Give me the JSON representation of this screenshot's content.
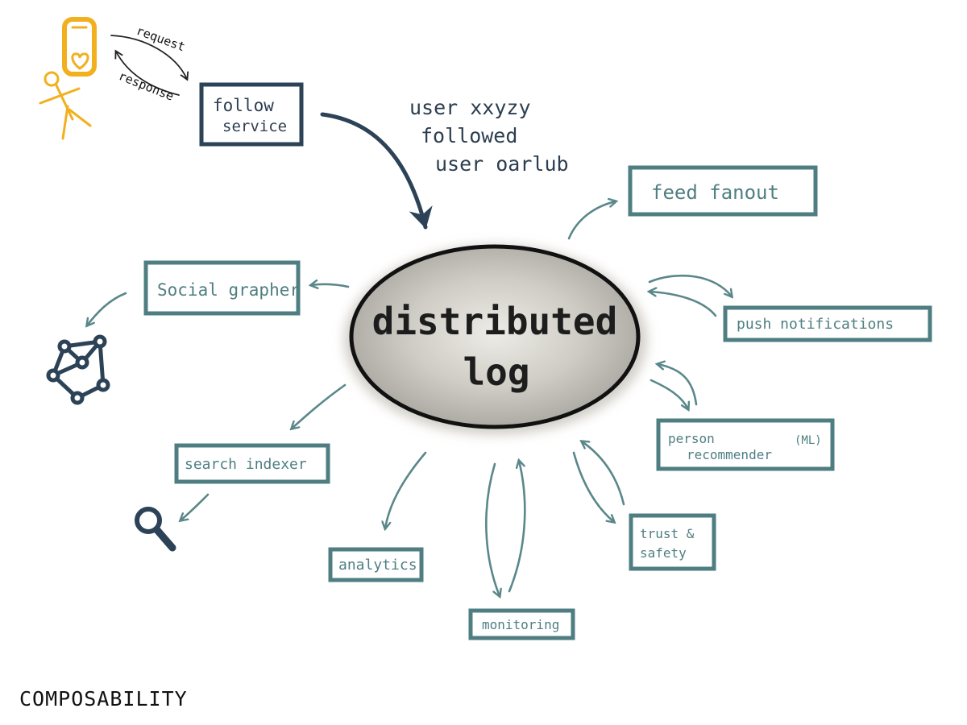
{
  "diagram": {
    "center": {
      "line1": "distributed",
      "line2": "log"
    },
    "client": {
      "request_label": "request",
      "response_label": "response"
    },
    "follow_service": {
      "line1": "follow",
      "line2": "service"
    },
    "message": {
      "line1": "user xxyzy",
      "line2": "followed",
      "line3": "user oarlub"
    },
    "nodes": {
      "feed_fanout": "feed fanout",
      "social_grapher": "Social grapher",
      "push_notifications": "push notifications",
      "person_recommender_line1": "person",
      "person_recommender_line2": "recommender",
      "person_recommender_tag": "(ML)",
      "search_indexer": "search indexer",
      "trust_safety_line1": "trust &",
      "trust_safety_line2": "safety",
      "analytics": "analytics",
      "monitoring": "monitoring"
    },
    "footer": "COMPOSABILITY"
  },
  "colors": {
    "teal": "#4f7e82",
    "dark": "#2c4256",
    "client_accent": "#f2b01e",
    "ellipse_fill": "#b8b5ae"
  },
  "icons": [
    "phone-icon",
    "heart-icon",
    "stick-figure-icon",
    "graph-network-icon",
    "magnifier-icon"
  ]
}
